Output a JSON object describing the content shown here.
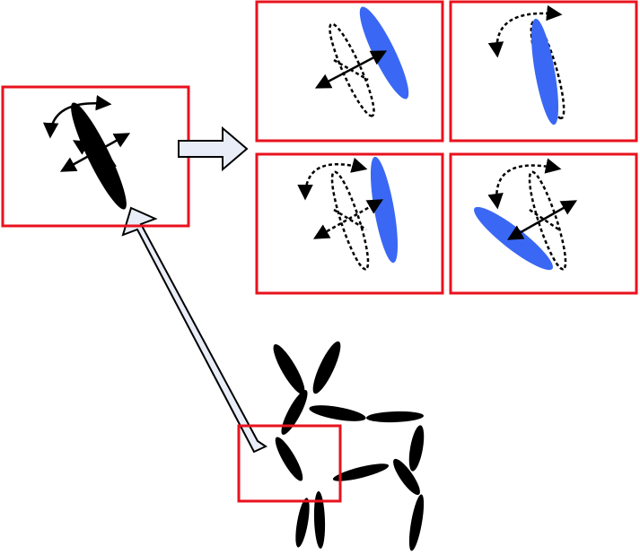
{
  "colors": {
    "frame": "#e8121e",
    "ink": "#000000",
    "part": "#3a68f4",
    "arrow_fill": "#e8edf7",
    "background": "#ffffff"
  },
  "icons": {
    "rotate": "curved-double-arrow-icon",
    "translate": "cross-double-arrow-icon",
    "flow": "block-arrow-icon"
  },
  "diagram": {
    "model_part": "selected-limb-with-motion-handles",
    "pose_variants": [
      "translate",
      "rotate",
      "rotate-and-translate",
      "rotate-and-translate-large"
    ],
    "figure": "stick-figure-animal-made-of-ellipses"
  }
}
